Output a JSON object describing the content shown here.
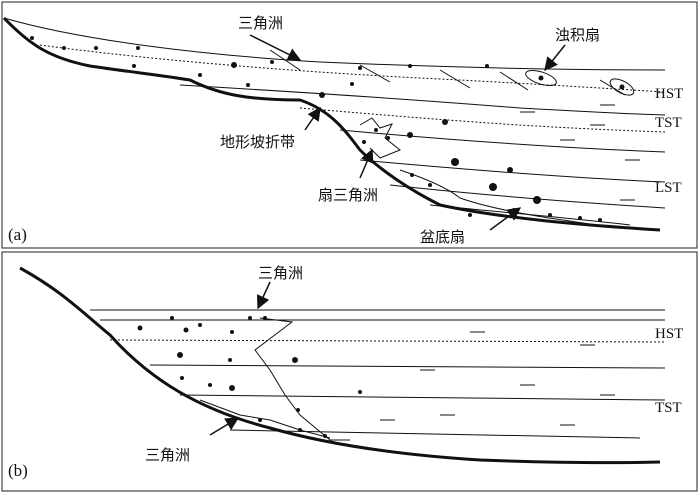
{
  "panel_a": {
    "tag": "(a)",
    "labels": {
      "delta": "三角洲",
      "turbidite_fan": "浊积扇",
      "slope_break": "地形坡折带",
      "fan_delta": "扇三角洲",
      "basin_fan": "盆底扇"
    },
    "sequences": {
      "hst": "HST",
      "tst": "TST",
      "lst": "LST"
    }
  },
  "panel_b": {
    "tag": "(b)",
    "labels": {
      "delta_top": "三角洲",
      "delta_bottom": "三角洲"
    },
    "sequences": {
      "hst": "HST",
      "tst": "TST"
    }
  },
  "colors": {
    "line": "#111111",
    "frame": "#444444",
    "background": "#ffffff"
  }
}
